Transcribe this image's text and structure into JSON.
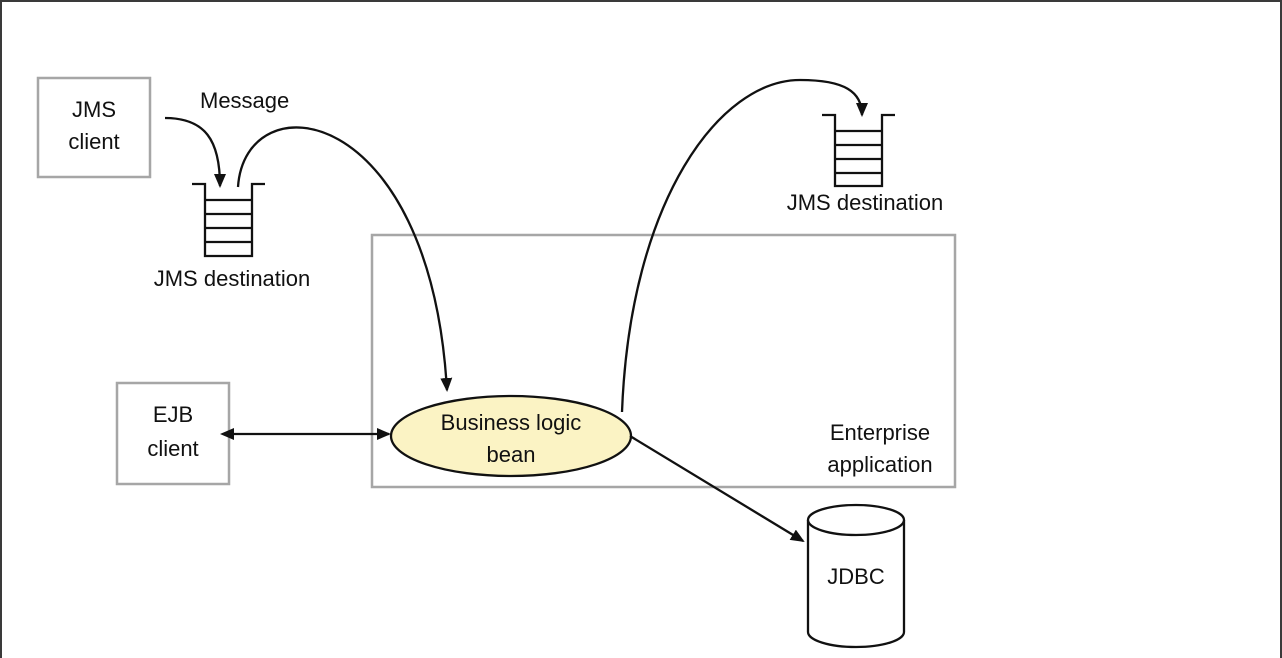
{
  "jms_client": {
    "line1": "JMS",
    "line2": "client"
  },
  "message_label": "Message",
  "jms_destination_left": "JMS destination",
  "jms_destination_right": "JMS destination",
  "ejb_client": {
    "line1": "EJB",
    "line2": "client"
  },
  "business_bean": {
    "line1": "Business logic",
    "line2": "bean"
  },
  "enterprise_app": {
    "line1": "Enterprise",
    "line2": "application"
  },
  "jdbc": "JDBC",
  "colors": {
    "bean_fill": "#fbf3c4",
    "box_stroke": "#a6a6a6",
    "line": "#111111"
  }
}
